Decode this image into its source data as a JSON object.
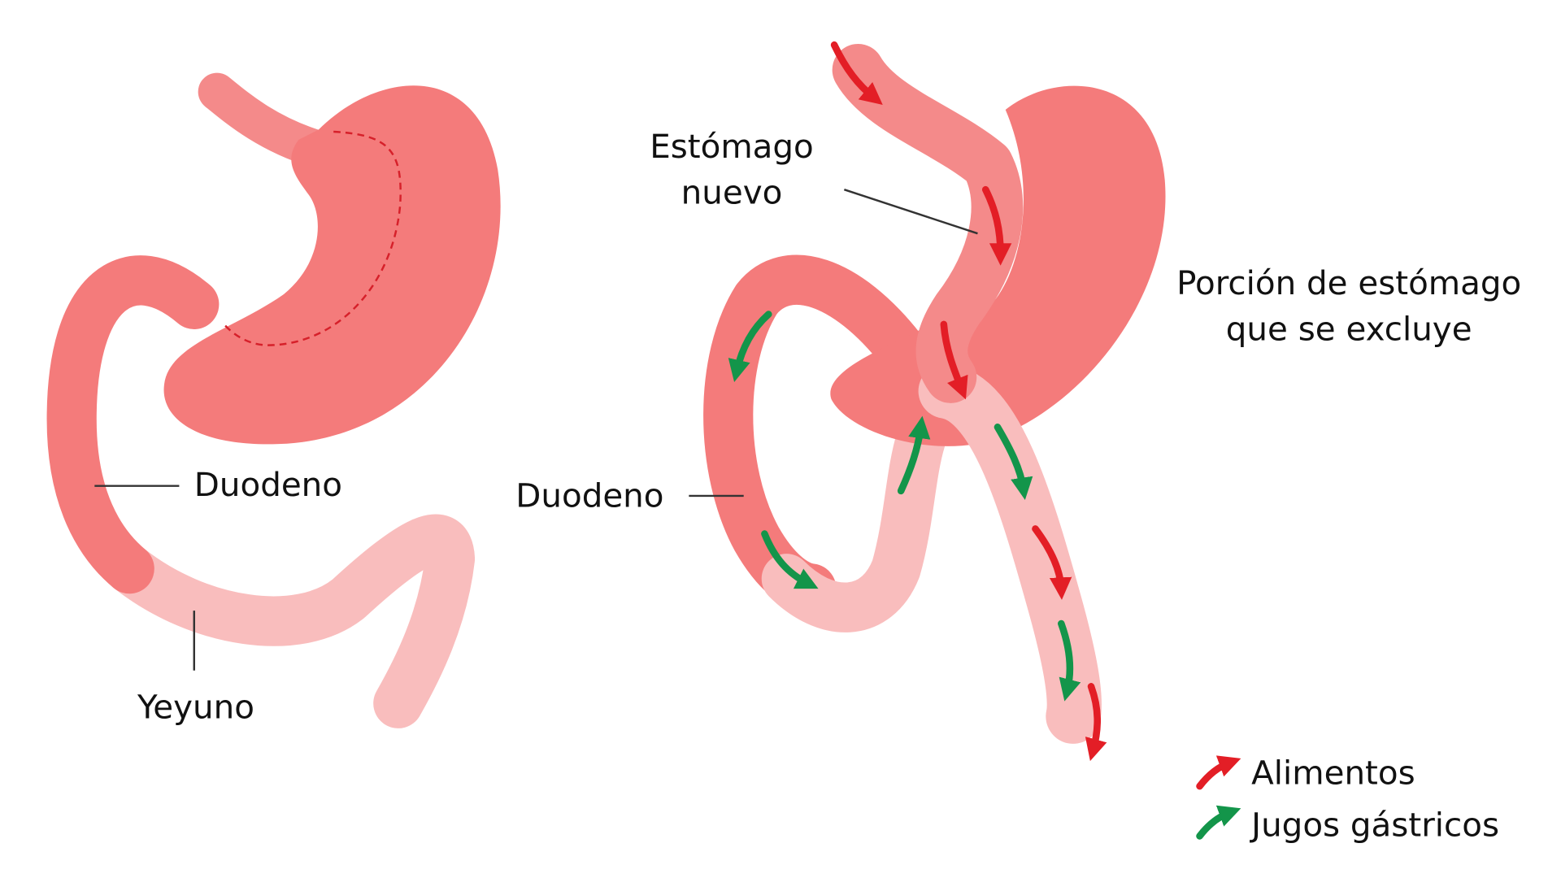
{
  "colors": {
    "stomach": "#f47b7b",
    "jejunum": "#f9bdbd",
    "food_arrow": "#e31e26",
    "juice_arrow": "#13954a"
  },
  "left_figure": {
    "duodeno_label": "Duodeno",
    "yeyuno_label": "Yeyuno"
  },
  "right_figure": {
    "new_stomach_line1": "Estómago",
    "new_stomach_line2": "nuevo",
    "excluded_line1": "Porción de estómago",
    "excluded_line2": "que se excluye",
    "duodeno_label": "Duodeno"
  },
  "legend": {
    "items": [
      {
        "label": "Alimentos",
        "icon": "red-arrow-icon"
      },
      {
        "label": "Jugos gástricos",
        "icon": "green-arrow-icon"
      }
    ]
  }
}
